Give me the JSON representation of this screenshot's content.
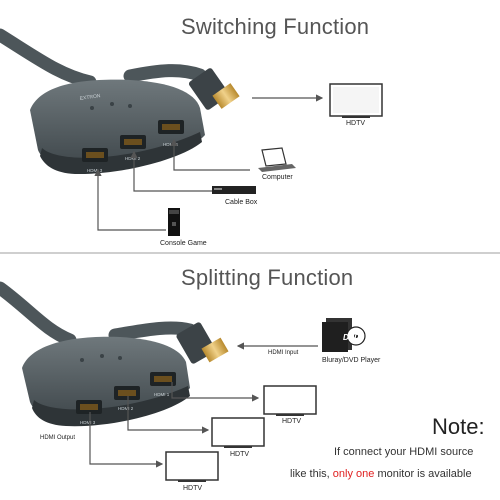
{
  "switching": {
    "title": "Switching Function",
    "labels": {
      "hdtv": "HDTV",
      "computer": "Computer",
      "cable_box": "Cable Box",
      "console_game": "Console Game"
    },
    "ports": [
      "HDMI 3",
      "HDMI 2",
      "HDMI 1"
    ]
  },
  "splitting": {
    "title": "Splitting Function",
    "labels": {
      "hdmi_input": "HDMI Input",
      "player": "Bluray/DVD Player",
      "dvd_logo": "DVD",
      "hdmi_output": "HDMI Output",
      "hdtv1": "HDTV",
      "hdtv2": "HDTV",
      "hdtv3": "HDTV"
    },
    "ports": [
      "HDMI 3",
      "HDMI 2",
      "HDMI 1"
    ]
  },
  "note": {
    "title": "Note:",
    "line1": "If connect  your HDMI source",
    "line2_prefix": "like this, ",
    "line2_highlight": "only one",
    "line2_suffix": " monitor is available"
  },
  "colors": {
    "cable": "#4d565a",
    "body": "#5b6468",
    "accent_red": "#e02020",
    "gold": "#d4a94a"
  }
}
